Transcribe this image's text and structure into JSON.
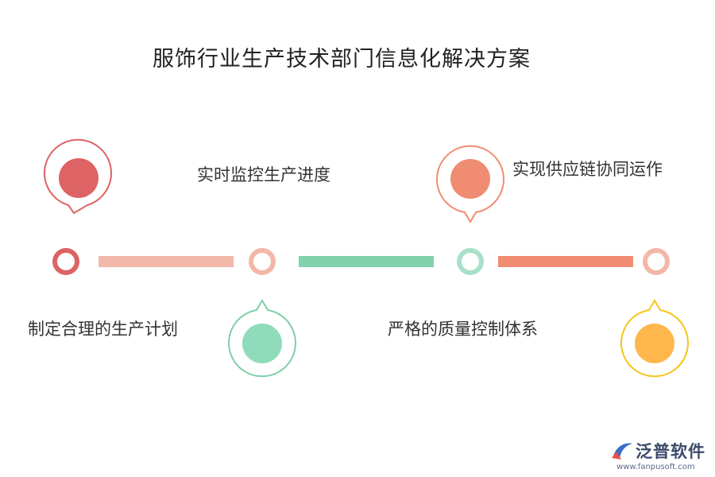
{
  "title": "服饰行业生产技术部门信息化解决方案",
  "steps": [
    {
      "label": "制定合理的生产计划",
      "color": "#dd6364",
      "ring": "#dd6364",
      "pin": "up"
    },
    {
      "label": "严格的质量控制体系",
      "color": "#8fdbbb",
      "ring": "#f2b7a8",
      "pin": "down"
    },
    {
      "label": "实时监控生产进度",
      "color": "#f08c72",
      "ring": "#a8e0c8",
      "pin": "up"
    },
    {
      "label": "实现供应链协同运作",
      "color": "#ffb74d",
      "ring": "#f2b7a8",
      "pin": "down"
    }
  ],
  "connectors": [
    "#f2b7a8",
    "#7fd2ab",
    "#f08c72"
  ],
  "pins": [
    {
      "fill": "#dd6364",
      "stroke": "#dd6364",
      "direction": "down"
    },
    {
      "fill": "#8fdbbb",
      "stroke": "#7fcfa8",
      "direction": "up"
    },
    {
      "fill": "#f08c72",
      "stroke": "#f08c72",
      "direction": "down"
    },
    {
      "fill": "#ffb74d",
      "stroke": "#f5c518",
      "direction": "up"
    }
  ],
  "labels": {
    "plan": "制定合理的生产计划",
    "monitor": "实时监控生产进度",
    "quality": "严格的质量控制体系",
    "supply": "实现供应链协同运作"
  },
  "logo": {
    "name": "泛普软件",
    "url": "www.fanpusoft.com"
  }
}
